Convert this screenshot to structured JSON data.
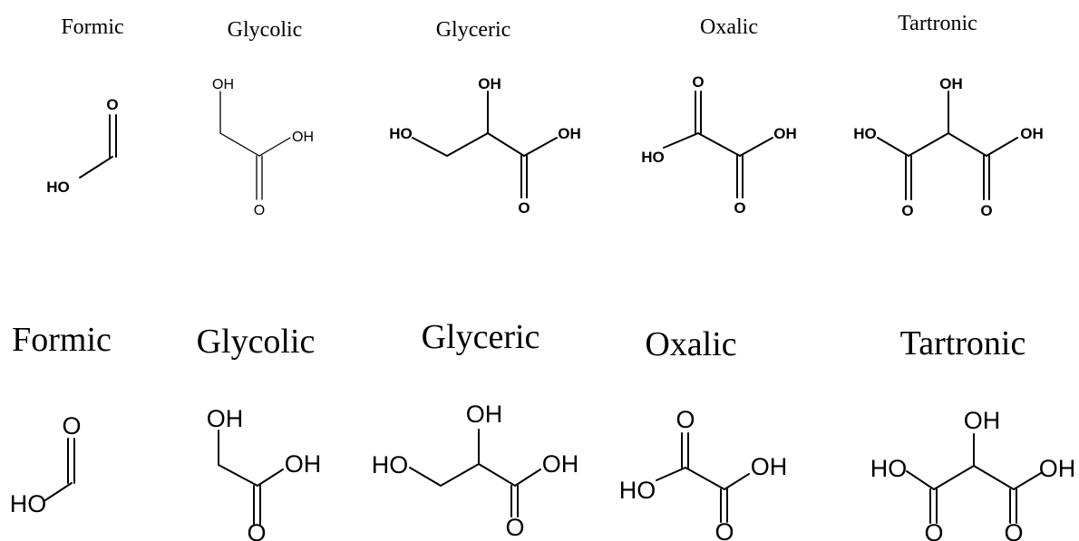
{
  "top_row": {
    "formic": {
      "name": "Formic",
      "atoms": {
        "o": "O",
        "ho": "HO"
      }
    },
    "glycolic": {
      "name": "Glycolic",
      "atoms": {
        "oh1": "OH",
        "oh2": "OH",
        "o": "O"
      }
    },
    "glyceric": {
      "name": "Glyceric",
      "atoms": {
        "oh_top": "OH",
        "ho": "HO",
        "oh": "OH",
        "o": "O"
      }
    },
    "oxalic": {
      "name": "Oxalic",
      "atoms": {
        "o_top": "O",
        "ho": "HO",
        "oh": "OH",
        "o_bot": "O"
      }
    },
    "tartronic": {
      "name": "Tartronic",
      "atoms": {
        "oh_top": "OH",
        "ho": "HO",
        "oh": "OH",
        "o1": "O",
        "o2": "O"
      }
    }
  },
  "bottom_row": {
    "formic": {
      "name": "Formic",
      "atoms": {
        "o": "O",
        "ho": "HO"
      }
    },
    "glycolic": {
      "name": "Glycolic",
      "atoms": {
        "oh1": "OH",
        "oh2": "OH",
        "o": "O"
      }
    },
    "glyceric": {
      "name": "Glyceric",
      "atoms": {
        "oh_top": "OH",
        "ho": "HO",
        "oh": "OH",
        "o": "O"
      }
    },
    "oxalic": {
      "name": "Oxalic",
      "atoms": {
        "o_top": "O",
        "ho": "HO",
        "oh": "OH",
        "o_bot": "O"
      }
    },
    "tartronic": {
      "name": "Tartronic",
      "atoms": {
        "oh_top": "OH",
        "ho": "HO",
        "oh": "OH",
        "o1": "O",
        "o2": "O"
      }
    }
  }
}
